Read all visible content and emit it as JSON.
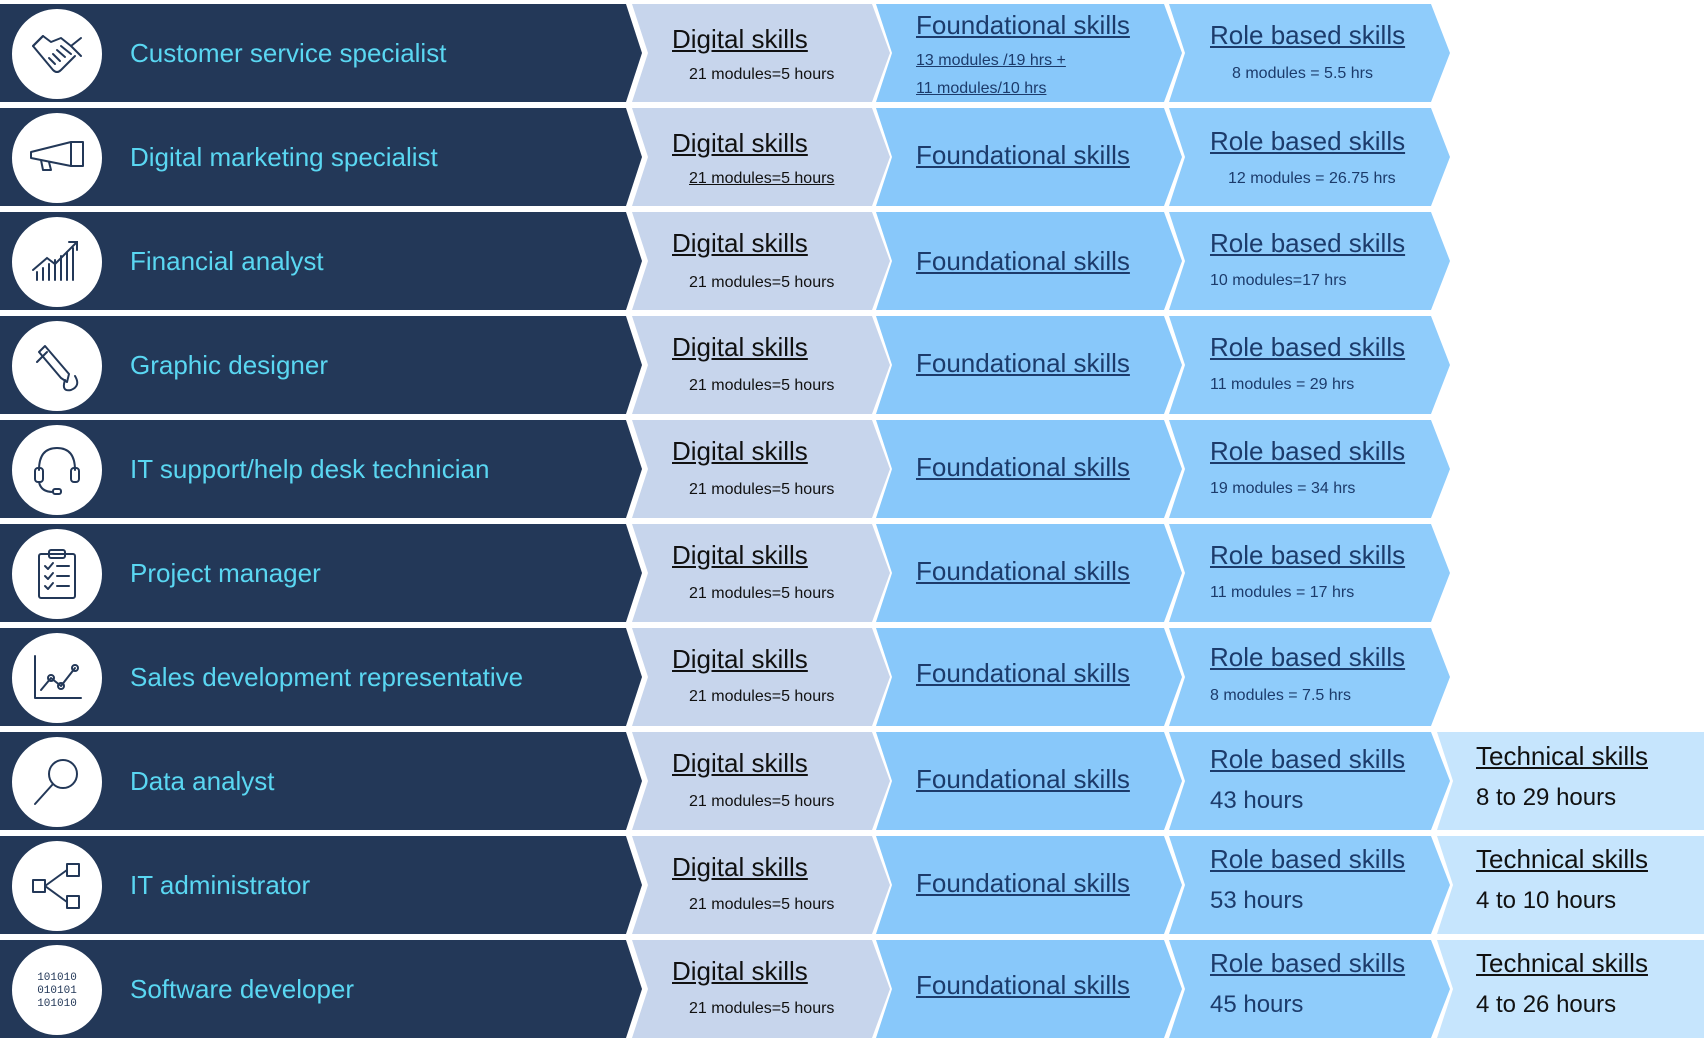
{
  "rows": [
    {
      "role": "Customer service specialist",
      "icon": "handshake-icon",
      "digital": {
        "title": "Digital skills",
        "detail": "21 modules=5 hours"
      },
      "foundational": {
        "title": "Foundational skills",
        "detail_line1": "13 modules /19 hrs +",
        "detail_line2": "11 modules/10 hrs"
      },
      "role_based": {
        "title": "Role based skills",
        "detail": "8 modules = 5.5 hrs"
      }
    },
    {
      "role": "Digital marketing specialist",
      "icon": "megaphone-icon",
      "digital": {
        "title": "Digital skills",
        "detail": "21 modules=5 hours"
      },
      "foundational": {
        "title": "Foundational skills"
      },
      "role_based": {
        "title": "Role based skills",
        "detail": "12 modules = 26.75 hrs"
      }
    },
    {
      "role": "Financial analyst",
      "icon": "growth-chart-icon",
      "digital": {
        "title": "Digital skills",
        "detail": "21 modules=5 hours"
      },
      "foundational": {
        "title": "Foundational skills"
      },
      "role_based": {
        "title": "Role based skills",
        "detail": "10 modules=17 hrs"
      }
    },
    {
      "role": "Graphic designer",
      "icon": "pen-icon",
      "digital": {
        "title": "Digital skills",
        "detail": "21 modules=5 hours"
      },
      "foundational": {
        "title": "Foundational skills"
      },
      "role_based": {
        "title": "Role based skills",
        "detail": "11 modules = 29 hrs"
      }
    },
    {
      "role": "IT support/help desk technician",
      "icon": "headset-icon",
      "digital": {
        "title": "Digital skills",
        "detail": "21 modules=5 hours"
      },
      "foundational": {
        "title": "Foundational skills"
      },
      "role_based": {
        "title": "Role based skills",
        "detail": "19 modules = 34 hrs"
      }
    },
    {
      "role": "Project manager",
      "icon": "clipboard-checklist-icon",
      "digital": {
        "title": "Digital skills",
        "detail": "21 modules=5 hours"
      },
      "foundational": {
        "title": "Foundational skills"
      },
      "role_based": {
        "title": "Role based skills",
        "detail": "11 modules = 17 hrs"
      }
    },
    {
      "role": "Sales development representative",
      "icon": "line-chart-icon",
      "digital": {
        "title": "Digital skills",
        "detail": "21 modules=5 hours"
      },
      "foundational": {
        "title": "Foundational skills"
      },
      "role_based": {
        "title": "Role based skills",
        "detail": "8 modules = 7.5 hrs"
      }
    },
    {
      "role": "Data analyst",
      "icon": "magnifier-icon",
      "digital": {
        "title": "Digital skills",
        "detail": "21 modules=5 hours"
      },
      "foundational": {
        "title": "Foundational skills"
      },
      "role_based": {
        "title": "Role based skills",
        "detail": "43 hours"
      },
      "technical": {
        "title": "Technical skills",
        "detail": "8 to 29 hours"
      }
    },
    {
      "role": "IT administrator",
      "icon": "network-icon",
      "digital": {
        "title": "Digital skills",
        "detail": "21 modules=5 hours"
      },
      "foundational": {
        "title": "Foundational skills"
      },
      "role_based": {
        "title": "Role based skills",
        "detail": "53 hours"
      },
      "technical": {
        "title": "Technical skills",
        "detail": "4 to 10 hours"
      }
    },
    {
      "role": "Software developer",
      "icon": "binary-code-icon",
      "icon_text": [
        "101010",
        "010101",
        "101010"
      ],
      "digital": {
        "title": "Digital skills",
        "detail": "21 modules=5 hours"
      },
      "foundational": {
        "title": "Foundational skills"
      },
      "role_based": {
        "title": "Role based skills",
        "detail": "45 hours"
      },
      "technical": {
        "title": "Technical skills",
        "detail": "4 to 26 hours"
      }
    }
  ]
}
